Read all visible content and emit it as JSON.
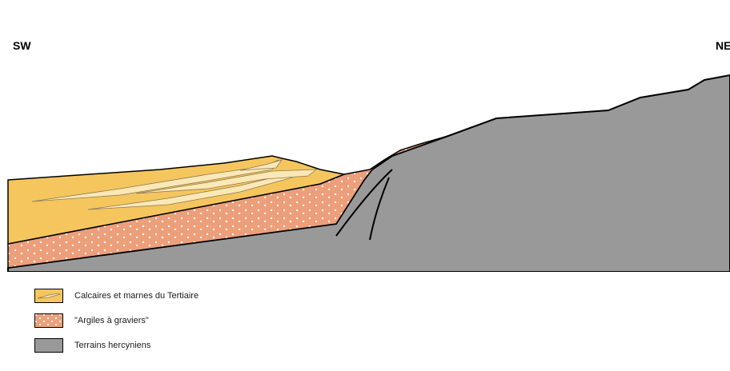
{
  "orientation": {
    "left": "SW",
    "right": "NE"
  },
  "legend": [
    {
      "label": "Calcaires et marnes du Tertiaire",
      "color": "#f5c65e"
    },
    {
      "label": "\"Argiles à graviers\"",
      "color": "#ec9f7a"
    },
    {
      "label": "Terrains hercyniens",
      "color": "#999999"
    }
  ],
  "colors": {
    "tertiary": "#f5c65e",
    "limestone_band": "#fbe8b6",
    "clay_gravel": "#ec9f7a",
    "gravel_dots": "#ffffff",
    "hercynian": "#999999",
    "outline": "#000000"
  }
}
